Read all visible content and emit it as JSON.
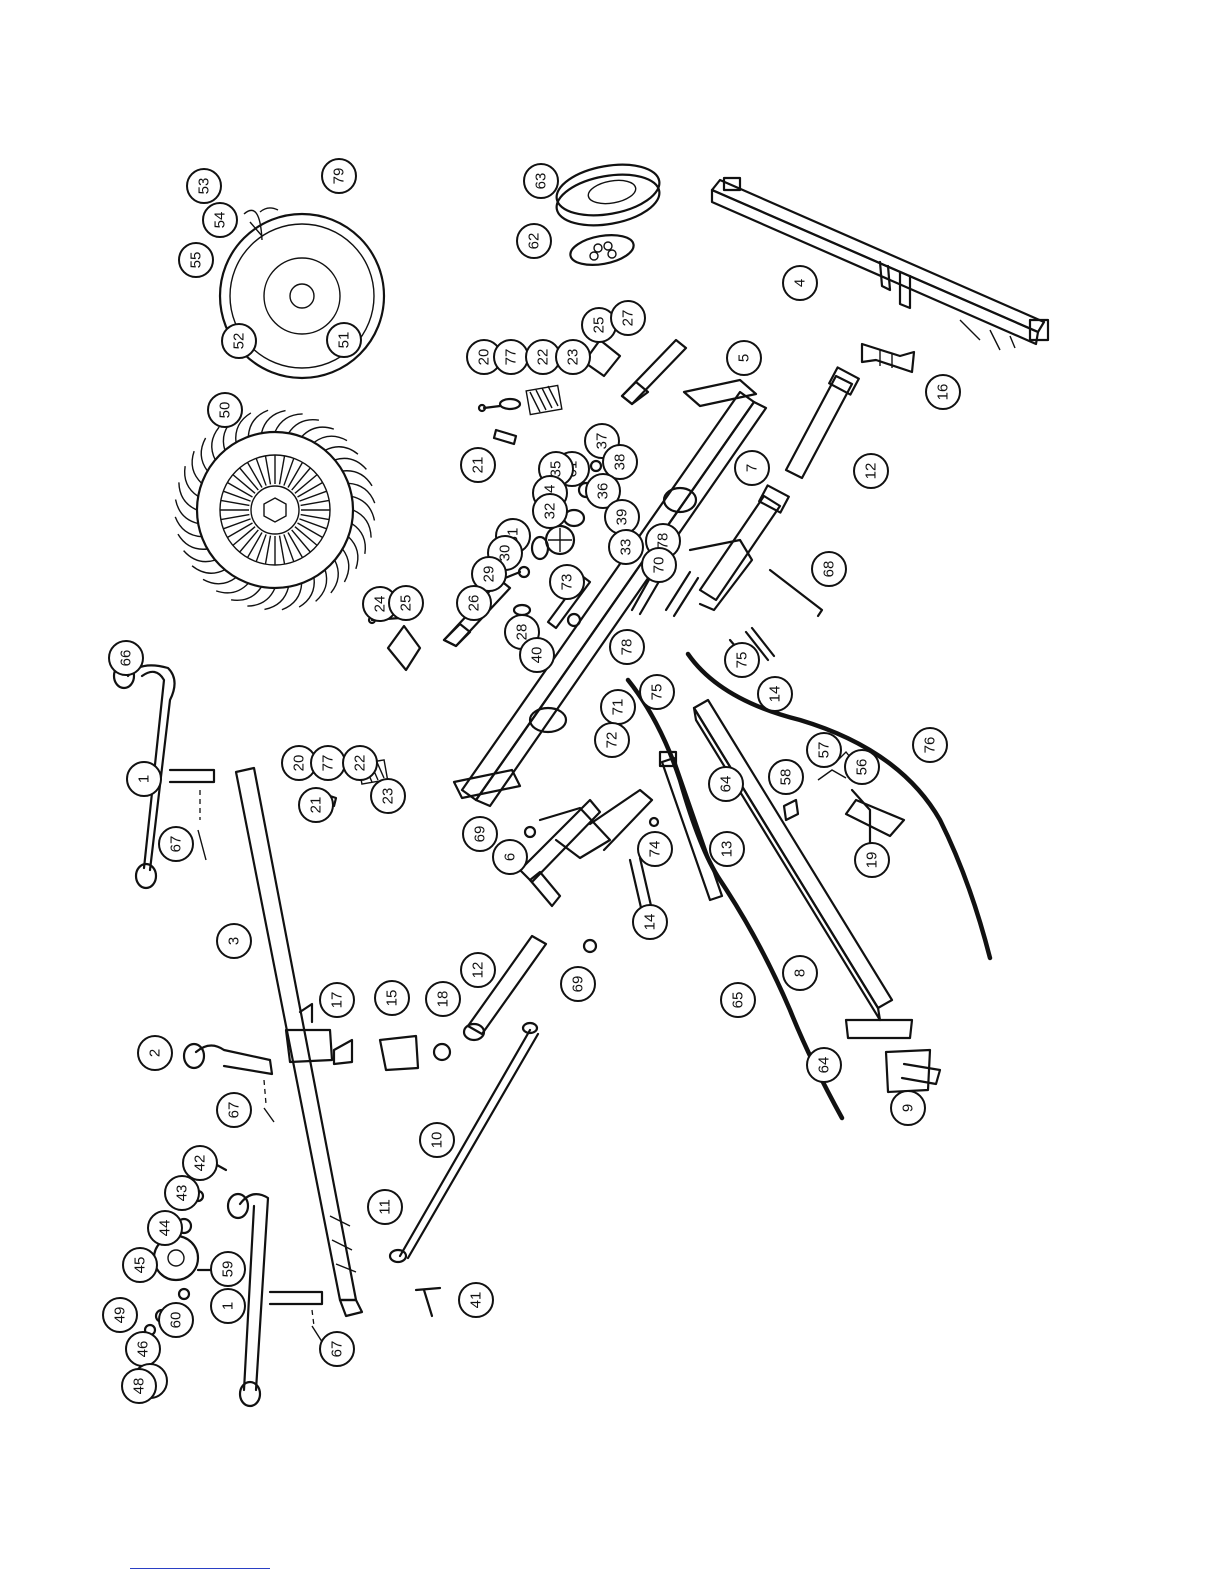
{
  "page": {
    "title": ""
  },
  "callouts": [
    {
      "id": "c79",
      "label": "79"
    },
    {
      "id": "c53",
      "label": "53"
    },
    {
      "id": "c54",
      "label": "54"
    },
    {
      "id": "c55",
      "label": "55"
    },
    {
      "id": "c52",
      "label": "52"
    },
    {
      "id": "c51",
      "label": "51"
    },
    {
      "id": "c63",
      "label": "63"
    },
    {
      "id": "c62",
      "label": "62"
    },
    {
      "id": "c4",
      "label": "4"
    },
    {
      "id": "c16",
      "label": "16"
    },
    {
      "id": "c20a",
      "label": "20"
    },
    {
      "id": "c77a",
      "label": "77"
    },
    {
      "id": "c22a",
      "label": "22"
    },
    {
      "id": "c23a",
      "label": "23"
    },
    {
      "id": "c25a",
      "label": "25"
    },
    {
      "id": "c27",
      "label": "27"
    },
    {
      "id": "c5",
      "label": "5"
    },
    {
      "id": "c12a",
      "label": "12"
    },
    {
      "id": "c50",
      "label": "50"
    },
    {
      "id": "c21a",
      "label": "21"
    },
    {
      "id": "c61",
      "label": "61"
    },
    {
      "id": "c37",
      "label": "37"
    },
    {
      "id": "c38",
      "label": "38"
    },
    {
      "id": "c35",
      "label": "35"
    },
    {
      "id": "c36",
      "label": "36"
    },
    {
      "id": "c34",
      "label": "34"
    },
    {
      "id": "c7",
      "label": "7"
    },
    {
      "id": "c32",
      "label": "32"
    },
    {
      "id": "c39",
      "label": "39"
    },
    {
      "id": "c31",
      "label": "31"
    },
    {
      "id": "c33",
      "label": "33"
    },
    {
      "id": "c78a",
      "label": "78"
    },
    {
      "id": "c30",
      "label": "30"
    },
    {
      "id": "c70",
      "label": "70"
    },
    {
      "id": "c68",
      "label": "68"
    },
    {
      "id": "c29",
      "label": "29"
    },
    {
      "id": "c73",
      "label": "73"
    },
    {
      "id": "c24",
      "label": "24"
    },
    {
      "id": "c25b",
      "label": "25"
    },
    {
      "id": "c26",
      "label": "26"
    },
    {
      "id": "c28",
      "label": "28"
    },
    {
      "id": "c78b",
      "label": "78"
    },
    {
      "id": "c40",
      "label": "40"
    },
    {
      "id": "c75a",
      "label": "75"
    },
    {
      "id": "c75b",
      "label": "75"
    },
    {
      "id": "c14a",
      "label": "14"
    },
    {
      "id": "c71",
      "label": "71"
    },
    {
      "id": "c72",
      "label": "72"
    },
    {
      "id": "c66",
      "label": "66"
    },
    {
      "id": "c76",
      "label": "76"
    },
    {
      "id": "c1a",
      "label": "1"
    },
    {
      "id": "c20b",
      "label": "20"
    },
    {
      "id": "c77b",
      "label": "77"
    },
    {
      "id": "c22b",
      "label": "22"
    },
    {
      "id": "c21b",
      "label": "21"
    },
    {
      "id": "c23b",
      "label": "23"
    },
    {
      "id": "c57",
      "label": "57"
    },
    {
      "id": "c56",
      "label": "56"
    },
    {
      "id": "c58",
      "label": "58"
    },
    {
      "id": "c64a",
      "label": "64"
    },
    {
      "id": "c69a",
      "label": "69"
    },
    {
      "id": "c67a",
      "label": "67"
    },
    {
      "id": "c6",
      "label": "6"
    },
    {
      "id": "c74",
      "label": "74"
    },
    {
      "id": "c19",
      "label": "19"
    },
    {
      "id": "c13",
      "label": "13"
    },
    {
      "id": "c14b",
      "label": "14"
    },
    {
      "id": "c3",
      "label": "3"
    },
    {
      "id": "c69b",
      "label": "69"
    },
    {
      "id": "c12b",
      "label": "12"
    },
    {
      "id": "c17",
      "label": "17"
    },
    {
      "id": "c15",
      "label": "15"
    },
    {
      "id": "c18",
      "label": "18"
    },
    {
      "id": "c2",
      "label": "2"
    },
    {
      "id": "c65",
      "label": "65"
    },
    {
      "id": "c8",
      "label": "8"
    },
    {
      "id": "c64b",
      "label": "64"
    },
    {
      "id": "c67b",
      "label": "67"
    },
    {
      "id": "c9",
      "label": "9"
    },
    {
      "id": "c10",
      "label": "10"
    },
    {
      "id": "c42",
      "label": "42"
    },
    {
      "id": "c43",
      "label": "43"
    },
    {
      "id": "c44",
      "label": "44"
    },
    {
      "id": "c11",
      "label": "11"
    },
    {
      "id": "c45",
      "label": "45"
    },
    {
      "id": "c59",
      "label": "59"
    },
    {
      "id": "c49",
      "label": "49"
    },
    {
      "id": "c1b",
      "label": "1"
    },
    {
      "id": "c60",
      "label": "60"
    },
    {
      "id": "c46",
      "label": "46"
    },
    {
      "id": "c47",
      "label": "47"
    },
    {
      "id": "c41",
      "label": "41"
    },
    {
      "id": "c48",
      "label": "48"
    },
    {
      "id": "c67c",
      "label": "67"
    }
  ]
}
